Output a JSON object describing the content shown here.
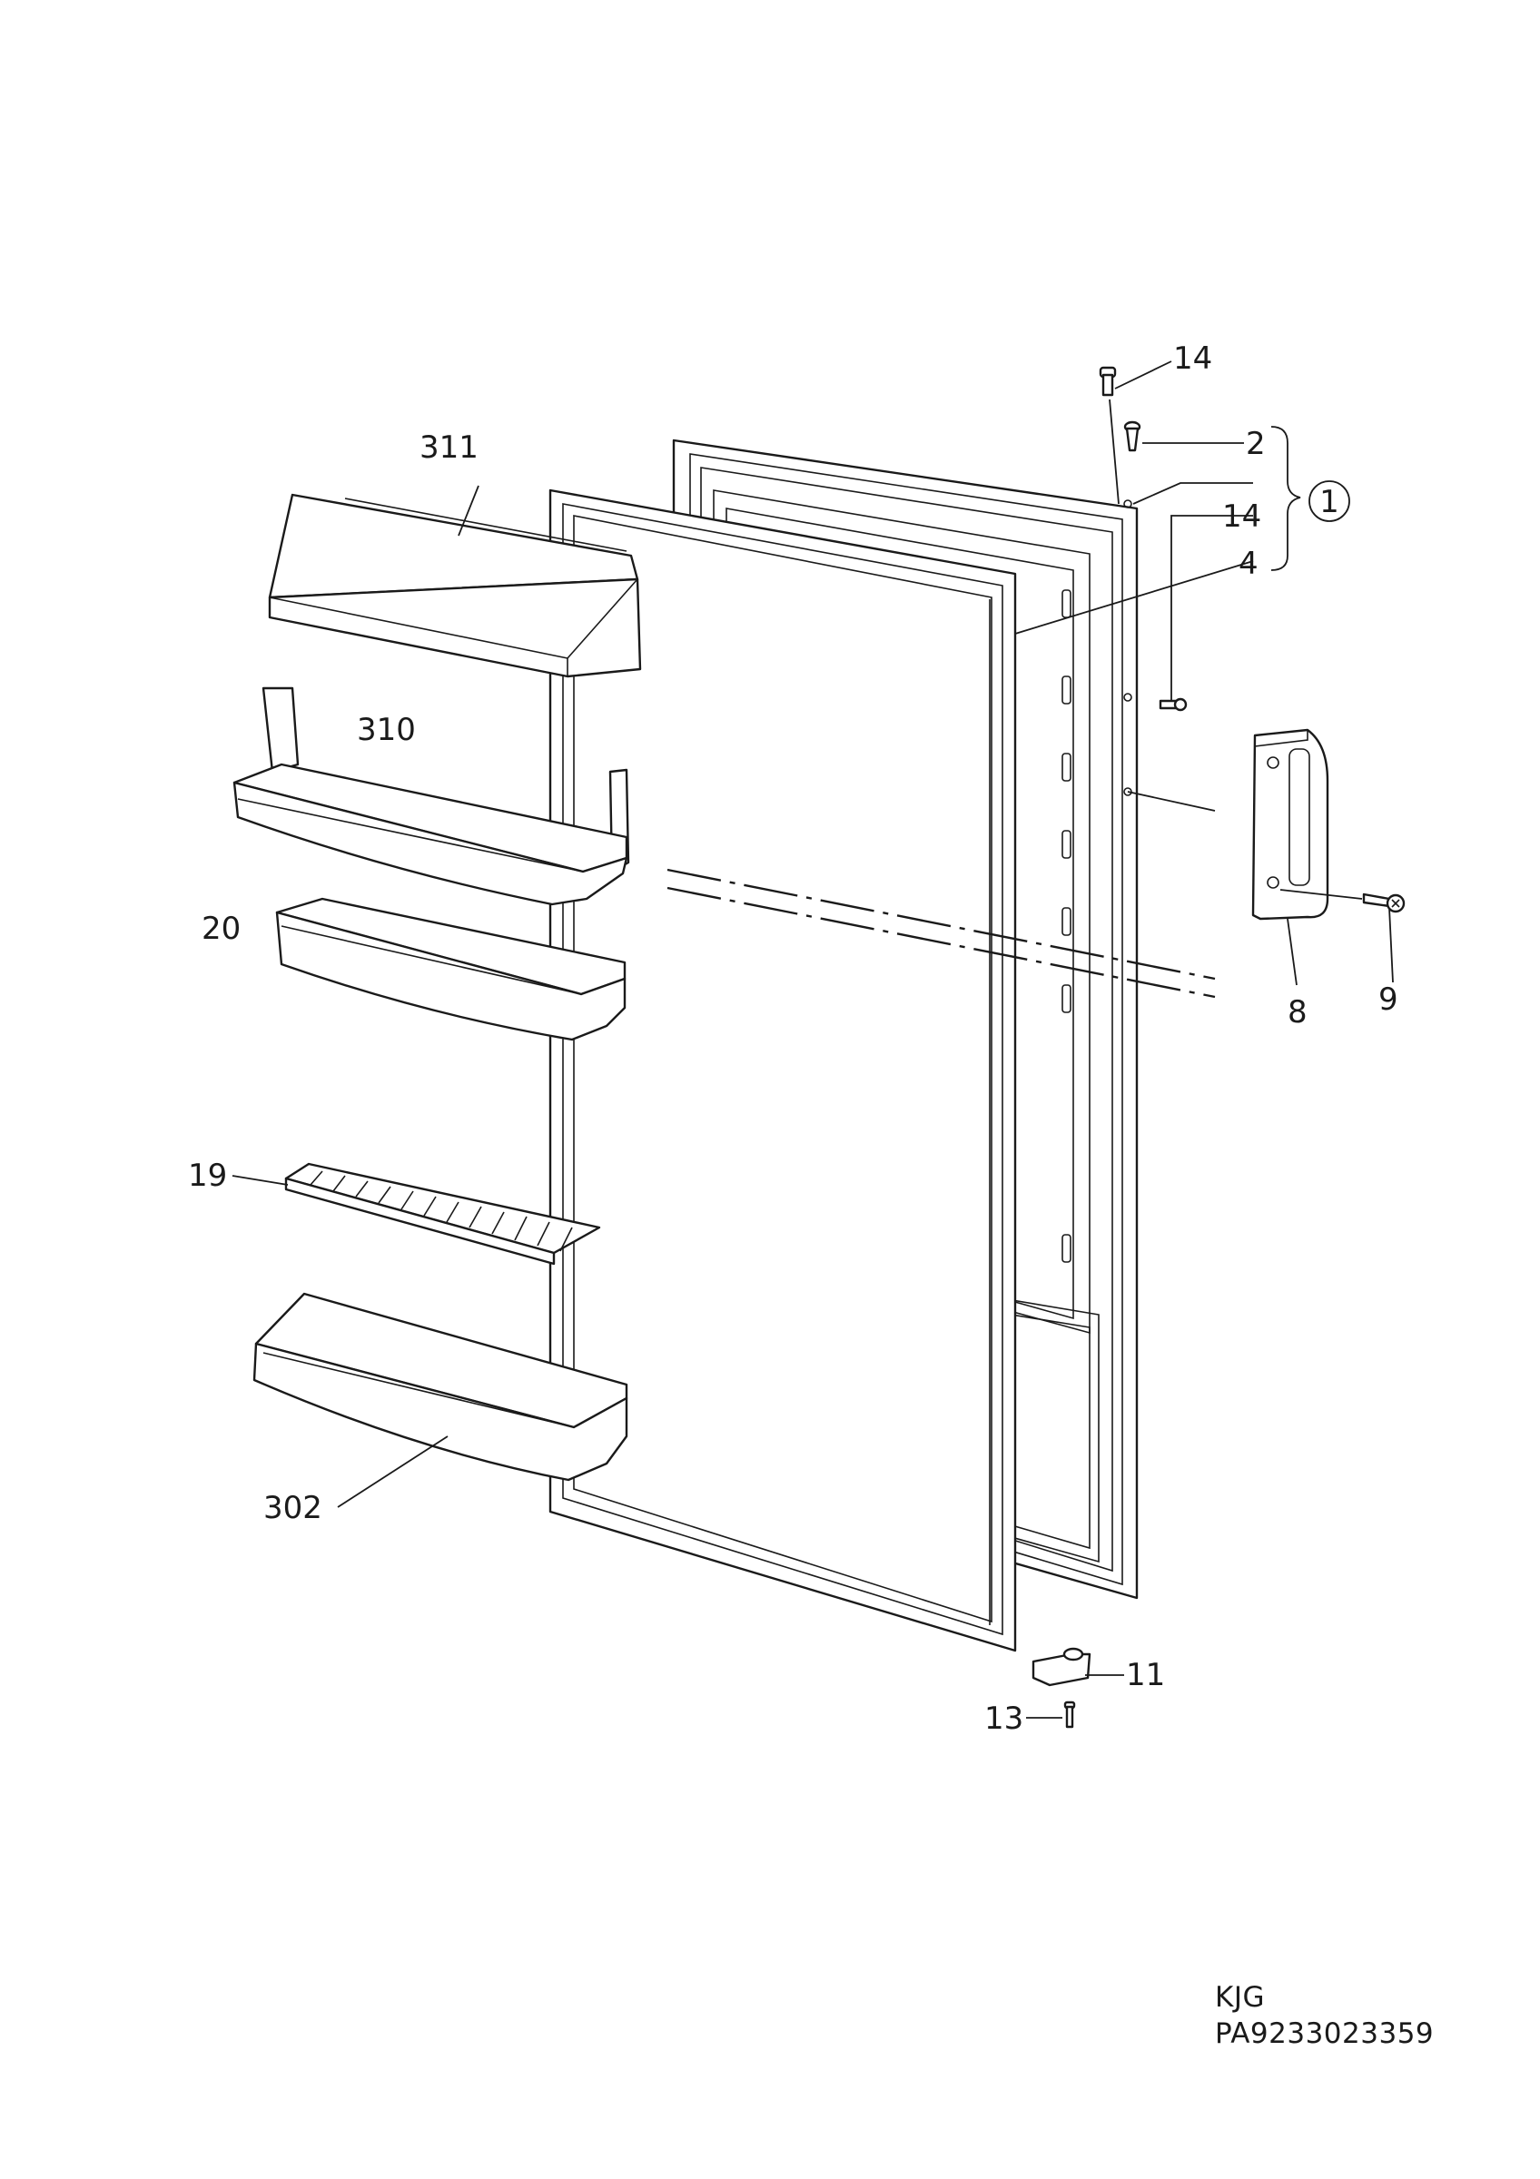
{
  "diagram": {
    "callouts": {
      "c14_top": "14",
      "c2": "2",
      "c1": "1",
      "c14_mid": "14",
      "c4": "4",
      "c311": "311",
      "c310": "310",
      "c20": "20",
      "c19": "19",
      "c302": "302",
      "c8": "8",
      "c9": "9",
      "c11": "11",
      "c13": "13"
    },
    "footer": {
      "code": "KJG",
      "part_number": "PA9233023359"
    }
  }
}
